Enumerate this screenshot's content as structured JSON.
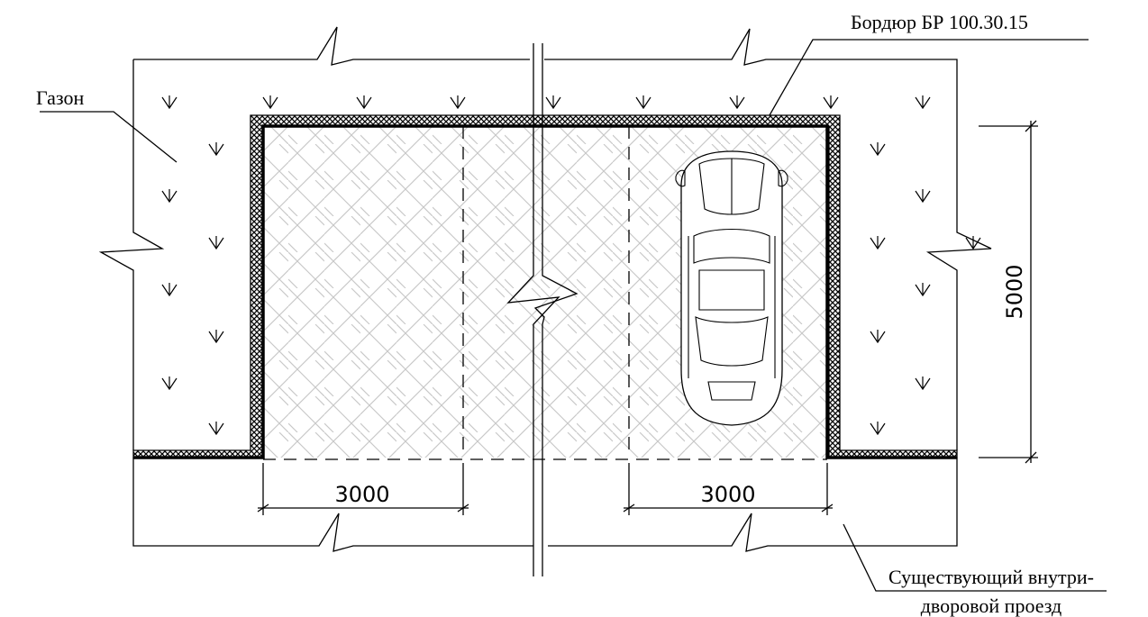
{
  "labels": {
    "lawn": "Газон",
    "curb": "Бордюр БР 100.30.15",
    "driveway_line1": "Существующий внутри-",
    "driveway_line2": "дворовой проезд"
  },
  "dimensions": {
    "width_left": "3000",
    "width_right": "3000",
    "depth": "5000"
  },
  "colors": {
    "line": "#000000",
    "paving_hatch": "#c8c8c8"
  }
}
